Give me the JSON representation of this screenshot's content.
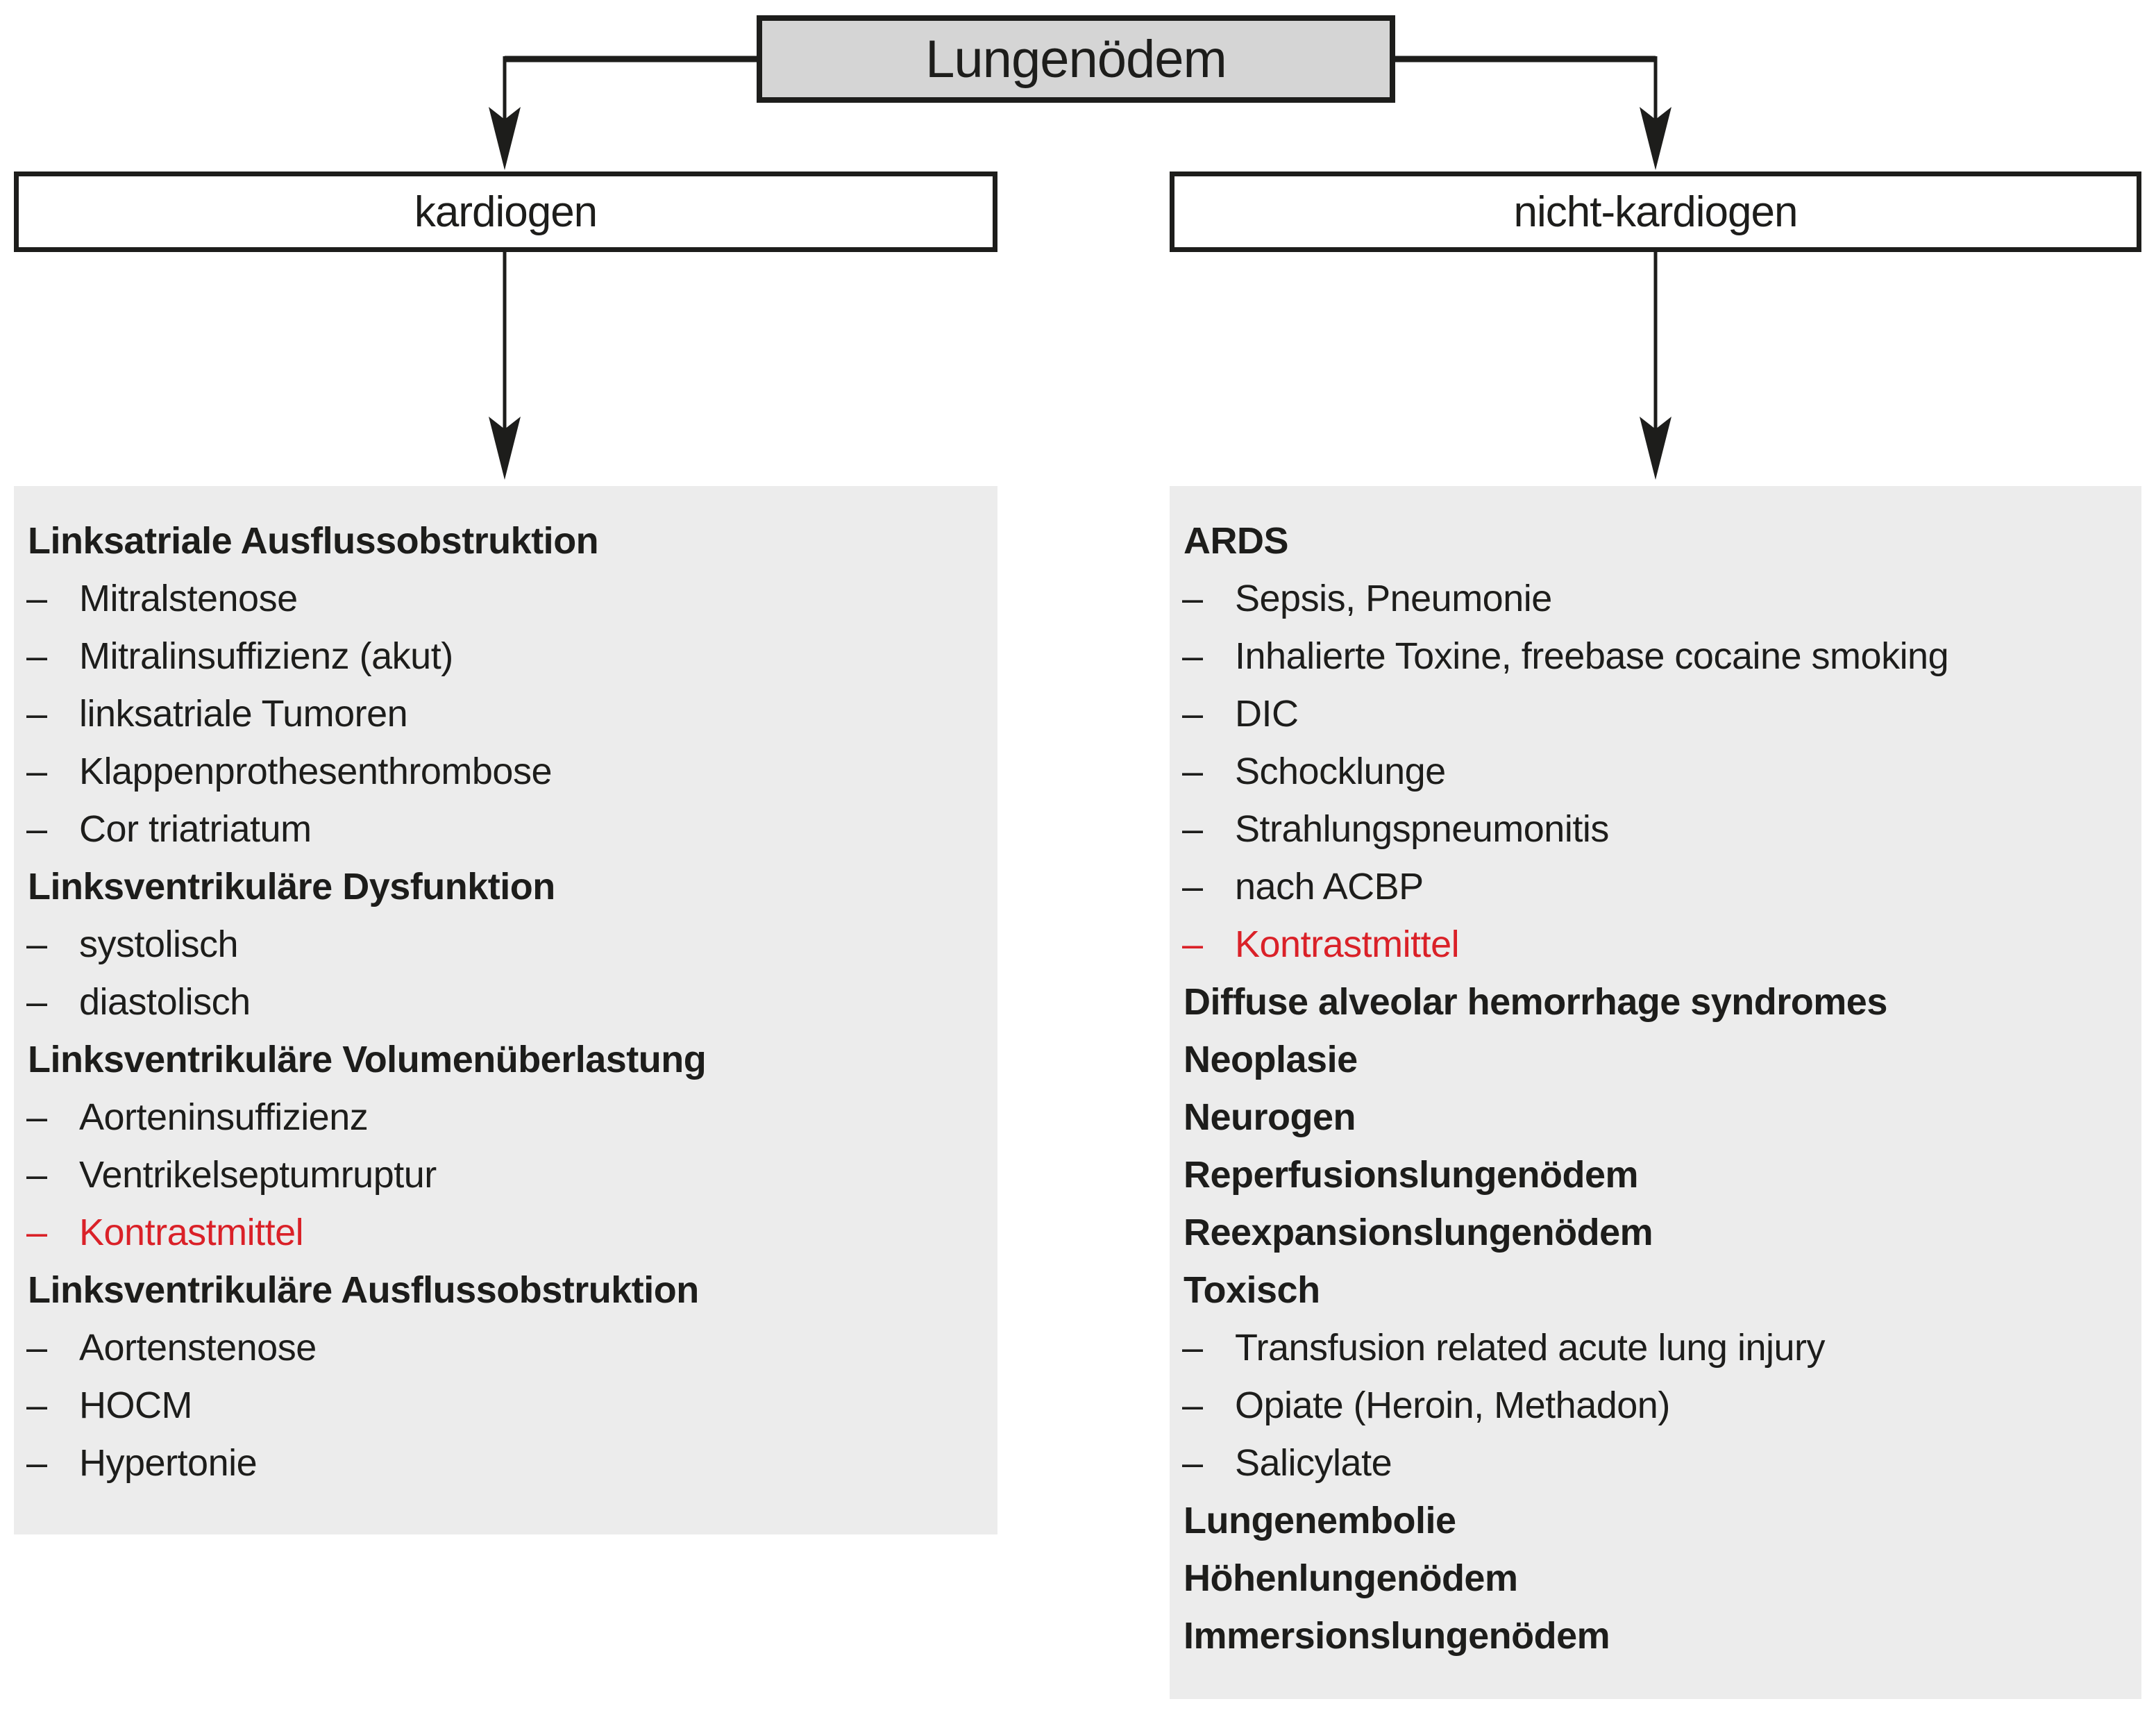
{
  "figure": {
    "title": "Lungenödem",
    "dash": "–",
    "branches": [
      {
        "id": "kardiogen",
        "label": "kardiogen",
        "items": [
          {
            "type": "heading",
            "text": "Linksatriale Ausflussobstruktion"
          },
          {
            "type": "sub",
            "text": "Mitralstenose"
          },
          {
            "type": "sub",
            "text": "Mitralinsuffizienz (akut)"
          },
          {
            "type": "sub",
            "text": "linksatriale Tumoren"
          },
          {
            "type": "sub",
            "text": "Klappenprothesenthrombose"
          },
          {
            "type": "sub",
            "text": "Cor triatriatum"
          },
          {
            "type": "heading",
            "text": "Linksventrikuläre Dysfunktion"
          },
          {
            "type": "sub",
            "text": "systolisch"
          },
          {
            "type": "sub",
            "text": "diastolisch"
          },
          {
            "type": "heading",
            "text": "Linksventrikuläre Volumenüberlastung"
          },
          {
            "type": "sub",
            "text": "Aorteninsuffizienz"
          },
          {
            "type": "sub",
            "text": "Ventrikelseptumruptur"
          },
          {
            "type": "sub",
            "text": "Kontrastmittel",
            "highlight": true
          },
          {
            "type": "heading",
            "text": "Linksventrikuläre Ausflussobstruktion"
          },
          {
            "type": "sub",
            "text": "Aortenstenose"
          },
          {
            "type": "sub",
            "text": "HOCM"
          },
          {
            "type": "sub",
            "text": "Hypertonie"
          }
        ]
      },
      {
        "id": "nicht-kardiogen",
        "label": "nicht-kardiogen",
        "items": [
          {
            "type": "heading",
            "text": "ARDS"
          },
          {
            "type": "sub",
            "text": "Sepsis, Pneumonie"
          },
          {
            "type": "sub",
            "text": "Inhalierte Toxine, freebase cocaine smoking"
          },
          {
            "type": "sub",
            "text": "DIC"
          },
          {
            "type": "sub",
            "text": "Schocklunge"
          },
          {
            "type": "sub",
            "text": "Strahlungspneumonitis"
          },
          {
            "type": "sub",
            "text": "nach ACBP"
          },
          {
            "type": "sub",
            "text": "Kontrastmittel",
            "highlight": true
          },
          {
            "type": "heading",
            "text": "Diffuse alveolar hemorrhage syndromes"
          },
          {
            "type": "heading",
            "text": "Neoplasie"
          },
          {
            "type": "heading",
            "text": "Neurogen"
          },
          {
            "type": "heading",
            "text": "Reperfusionslungenödem"
          },
          {
            "type": "heading",
            "text": "Reexpansionslungenödem"
          },
          {
            "type": "heading",
            "text": "Toxisch"
          },
          {
            "type": "sub",
            "text": "Transfusion related acute lung injury"
          },
          {
            "type": "sub",
            "text": "Opiate (Heroin, Methadon)"
          },
          {
            "type": "sub",
            "text": "Salicylate"
          },
          {
            "type": "heading",
            "text": "Lungenembolie"
          },
          {
            "type": "heading",
            "text": "Höhenlungenödem"
          },
          {
            "type": "heading",
            "text": "Immersionslungenödem"
          }
        ]
      }
    ]
  },
  "colors": {
    "line": "#1d1d1b",
    "text": "#1d1d1b",
    "highlight_red": "#da2128",
    "root_box_fill": "#d5d5d5",
    "panel_fill": "#ececec",
    "background": "#ffffff"
  }
}
